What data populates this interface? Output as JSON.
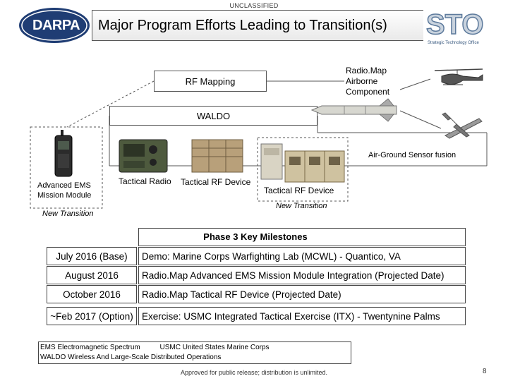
{
  "classification": "UNCLASSIFIED",
  "header": {
    "title": "Major Program Efforts Leading to Transition(s)",
    "darpa_logo_text": "DARPA",
    "sto_logo_text": "STO",
    "sto_caption": "Strategic Technology Office"
  },
  "diagram": {
    "rf_mapping": "RF Mapping",
    "waldo": "WALDO",
    "radiomap_airborne": [
      "Radio.Map",
      "Airborne",
      "Component"
    ],
    "air_ground_fusion": "Air-Ground Sensor fusion",
    "advanced_ems": [
      "Advanced EMS",
      "Mission Module"
    ],
    "tactical_radio": "Tactical Radio",
    "tactical_rf_device_1": "Tactical RF Device",
    "tactical_rf_device_2": "Tactical RF Device",
    "new_transition_left": "New Transition",
    "new_transition_right": "New Transition"
  },
  "milestones": {
    "title": "Phase 3 Key Milestones",
    "rows": [
      {
        "date": "July 2016 (Base)",
        "event": "Demo: Marine Corps Warfighting Lab (MCWL) - Quantico, VA"
      },
      {
        "date": "August 2016",
        "event": "Radio.Map Advanced EMS Mission Module Integration (Projected Date)"
      },
      {
        "date": "October 2016",
        "event": "Radio.Map Tactical RF Device (Projected Date)"
      },
      {
        "date": "~Feb 2017 (Option)",
        "event": "Exercise: USMC Integrated Tactical Exercise (ITX) - Twentynine Palms"
      }
    ]
  },
  "legend": {
    "line1": "EMS Electromagnetic Spectrum          USMC United States Marine Corps",
    "line2": "WALDO Wireless And Large-Scale Distributed Operations"
  },
  "footer": {
    "release": "Approved for public release; distribution is unlimited.",
    "page": "8"
  }
}
